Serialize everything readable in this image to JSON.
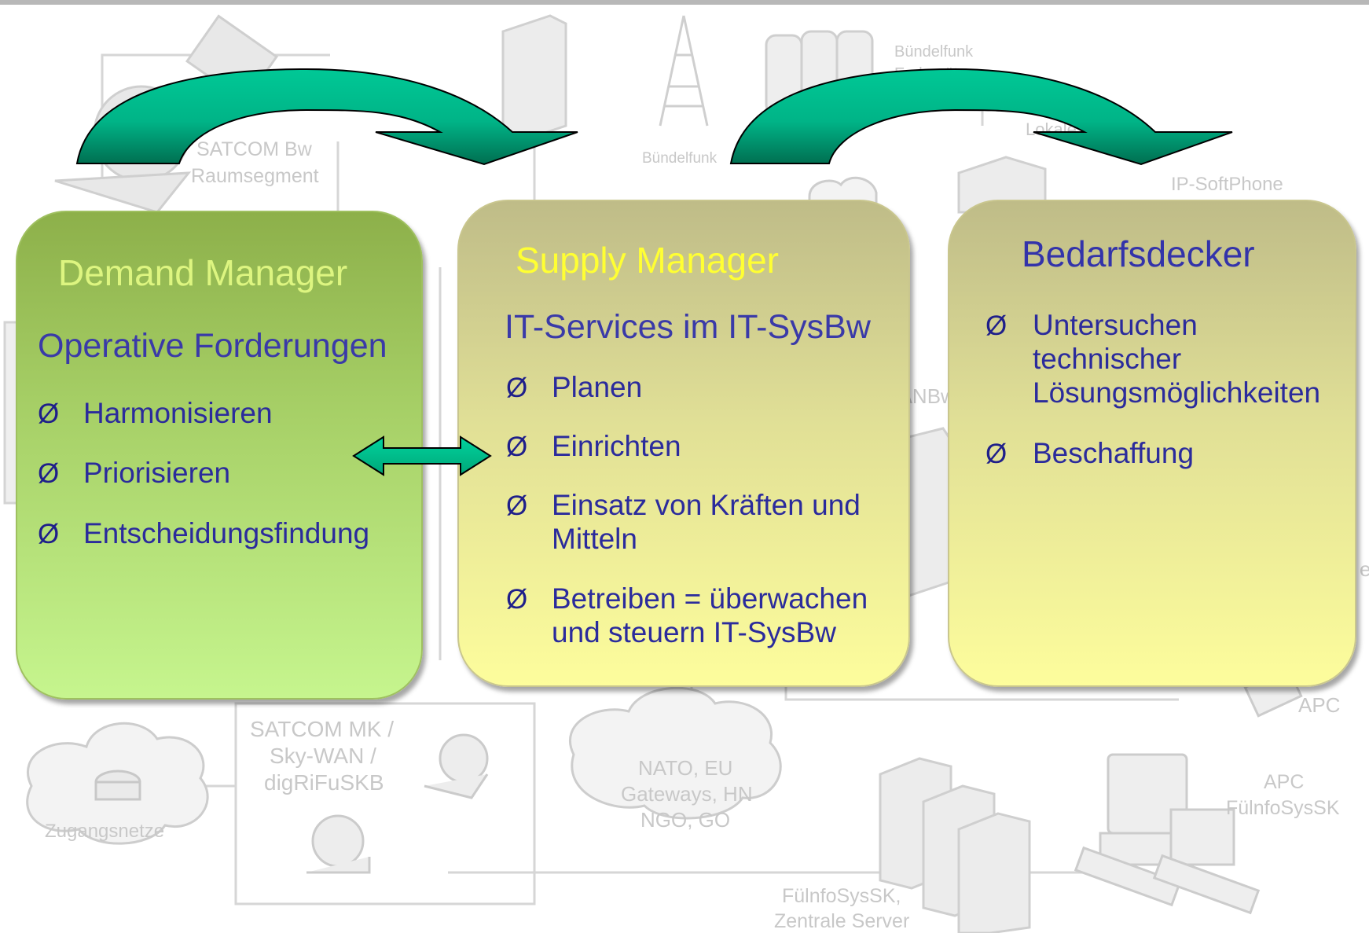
{
  "background": {
    "labels": {
      "satcom_raum": [
        "SATCOM Bw",
        "Raumsegment"
      ],
      "buendelfunk_top": [
        "Bündelfunk",
        "Endgeräte"
      ],
      "buendelfunk": "Bündelfunk",
      "lokal": "Lokale",
      "ip_softphone": "IP-SoftPhone",
      "wanbw": "WANBw",
      "apc_right": "APC",
      "satcom_mk": [
        "SATCOM MK /",
        "Sky-WAN /",
        "digRiFuSKB"
      ],
      "zugangsnetze": "Zugangsnetze",
      "nato": [
        "NATO, EU",
        "Gateways, HN",
        "NGO, GO"
      ],
      "apc_fuel": [
        "APC",
        "FülnfoSysSK"
      ],
      "server": [
        "FülnfoSysSK,",
        "Zentrale Server"
      ],
      "edge_right": "e"
    }
  },
  "demand": {
    "title": "Demand Manager",
    "title_color": "#ddf580",
    "subtitle": "Operative Forderungen",
    "bullet": "Ø",
    "items": [
      "Harmonisieren",
      "Priorisieren",
      "Entscheidungsfindung"
    ]
  },
  "supply": {
    "title": "Supply Manager",
    "title_color": "#ffff33",
    "subtitle": "IT-Services im IT-SysBw",
    "bullet": "Ø",
    "items": [
      {
        "lines": [
          "Planen"
        ]
      },
      {
        "lines": [
          "Einrichten"
        ]
      },
      {
        "lines": [
          "Einsatz von Kräften und",
          "Mitteln"
        ]
      },
      {
        "lines": [
          "Betreiben = überwachen",
          "und steuern IT-SysBw"
        ]
      }
    ]
  },
  "bedarf": {
    "title": "Bedarfsdecker",
    "title_color": "#3333aa",
    "bullet": "Ø",
    "items": [
      {
        "lines": [
          "Untersuchen",
          "technischer",
          "Lösungsmöglichkeiten"
        ]
      },
      {
        "lines": [
          "Beschaffung"
        ]
      }
    ]
  },
  "colors": {
    "arrow_top": "#00c896",
    "arrow_dark": "#006e50",
    "text_blue": "#2b2b9c"
  }
}
